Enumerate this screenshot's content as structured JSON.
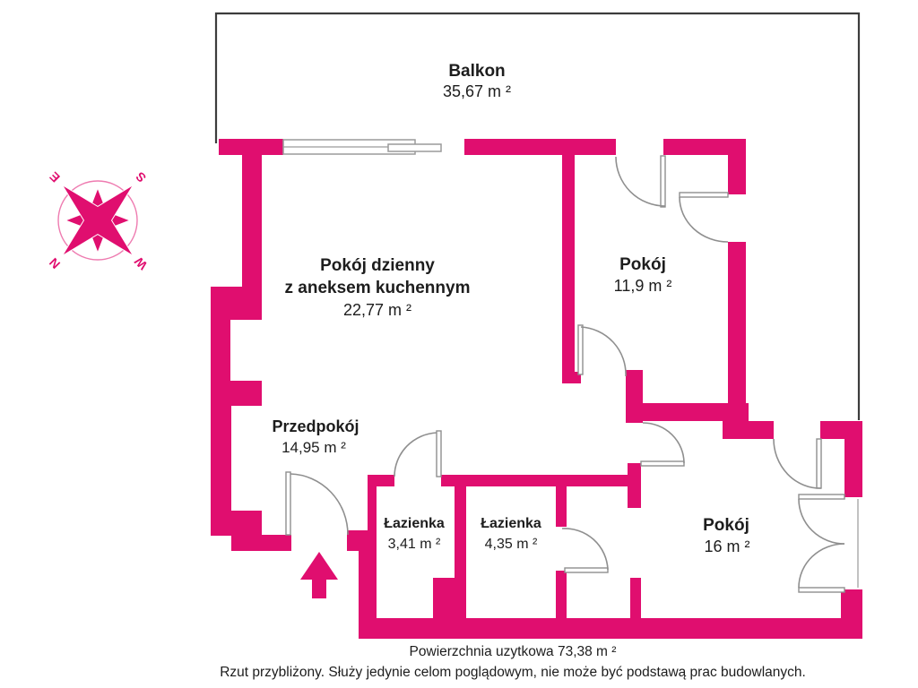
{
  "colors": {
    "wall_pink": "#e00e6f",
    "door_line": "#8f8f8f",
    "balcony_line": "#3c3c3c",
    "label_dark": "#1d1d1d"
  },
  "compass": {
    "n": "N",
    "e": "E",
    "s": "S",
    "w": "W"
  },
  "rooms": {
    "balkon": {
      "name": "Balkon",
      "area": "35,67 m ²"
    },
    "living": {
      "name_line1": "Pokój dzienny",
      "name_line2": "z aneksem kuchennym",
      "area": "22,77 m ²"
    },
    "pokoj1": {
      "name": "Pokój",
      "area": "11,9 m ²"
    },
    "przedpokoj": {
      "name": "Przedpokój",
      "area": "14,95 m ²"
    },
    "lazienka1": {
      "name": "Łazienka",
      "area": "3,41 m ²"
    },
    "lazienka2": {
      "name": "Łazienka",
      "area": "4,35 m ²"
    },
    "pokoj2": {
      "name": "Pokój",
      "area": "16 m ²"
    }
  },
  "footer": {
    "line1": "Powierzchnia uzytkowa 73,38 m ²",
    "line2": "Rzut przybliżony. Służy jedynie celom poglądowym, nie może być podstawą prac budowlanych."
  }
}
